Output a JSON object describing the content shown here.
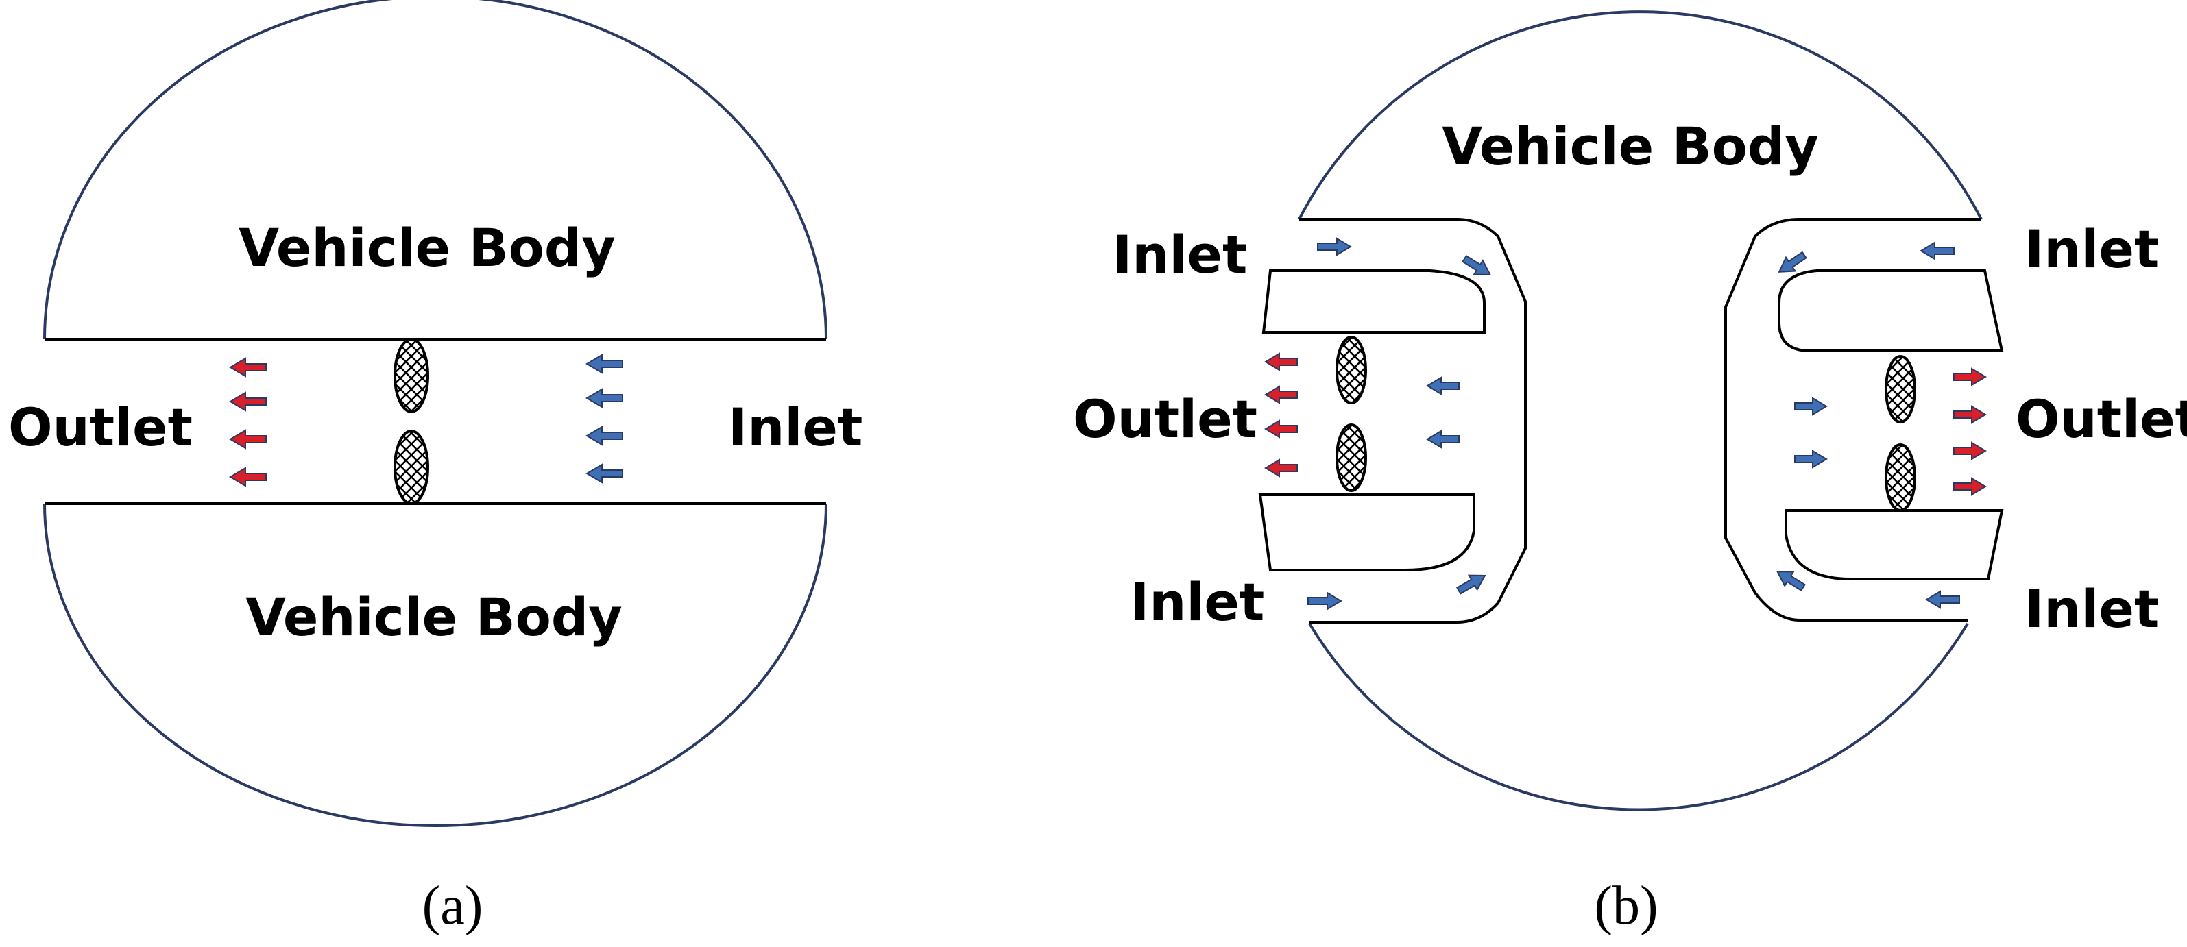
{
  "colors": {
    "body_outline": "#2b3a63",
    "inlet_arrow": "#3f6fb5",
    "outlet_arrow": "#d8202a",
    "line": "#000000"
  },
  "panel_a": {
    "caption": "(a)",
    "body_top": "Vehicle Body",
    "body_bottom": "Vehicle Body",
    "outlet": "Outlet",
    "inlet": "Inlet"
  },
  "panel_b": {
    "caption": "(b)",
    "body": "Vehicle Body",
    "inlet_top_left": "Inlet",
    "inlet_top_right": "Inlet",
    "inlet_bottom_left": "Inlet",
    "inlet_bottom_right": "Inlet",
    "outlet_left": "Outlet",
    "outlet_right": "Outlet"
  }
}
